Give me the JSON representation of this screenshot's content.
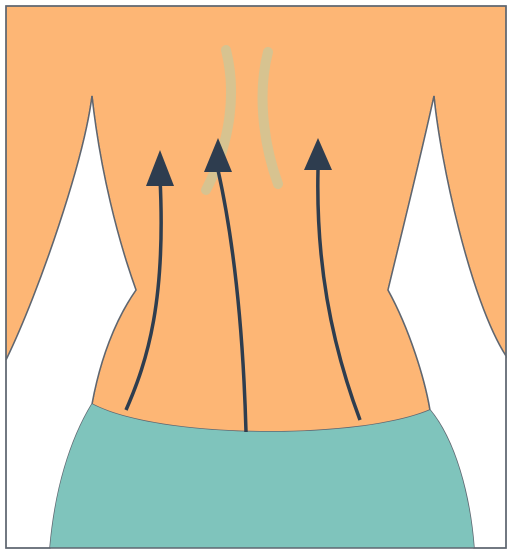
{
  "illustration": {
    "subject": "back-skin-stroke-diagram",
    "colors": {
      "skin": "#FDB675",
      "cloth": "#7FC4BC",
      "background": "#FFFFFF",
      "arrow": "#2E3D4F",
      "outline": "#5F6670",
      "spine_mark": "#C9C79A"
    },
    "arrows": [
      {
        "name": "left-upward-arrow",
        "direction": "up"
      },
      {
        "name": "center-upward-arrow",
        "direction": "up"
      },
      {
        "name": "right-upward-arrow",
        "direction": "up"
      }
    ]
  }
}
